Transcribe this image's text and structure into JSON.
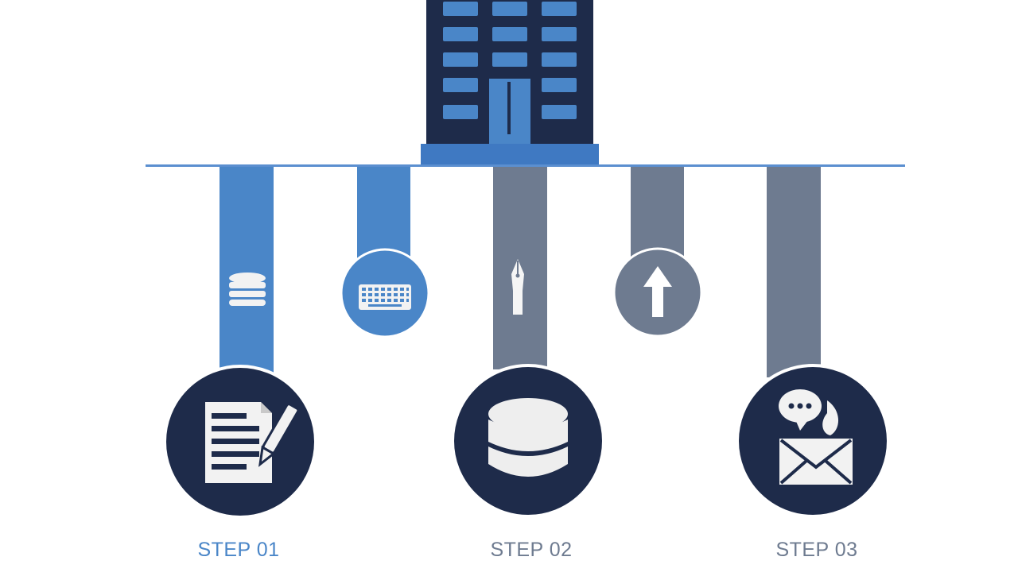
{
  "steps": [
    {
      "label": "STEP 01",
      "color": "#4a86c8"
    },
    {
      "label": "STEP 02",
      "color": "#6e7b90"
    },
    {
      "label": "STEP 03",
      "color": "#6e7b90"
    }
  ],
  "icons": {
    "building": "office-building-icon",
    "pillar_1": "database-icon",
    "pillar_2": "keyboard-icon",
    "pillar_3": "pen-nib-icon",
    "pillar_4": "arrow-up-icon",
    "step_1": "document-pen-icon",
    "step_2": "database-icon",
    "step_3": "chat-mail-icon"
  },
  "colors": {
    "navy": "#1e2b4a",
    "blue": "#4a86c8",
    "slate": "#6e7b90",
    "line": "#5b8fd0"
  }
}
